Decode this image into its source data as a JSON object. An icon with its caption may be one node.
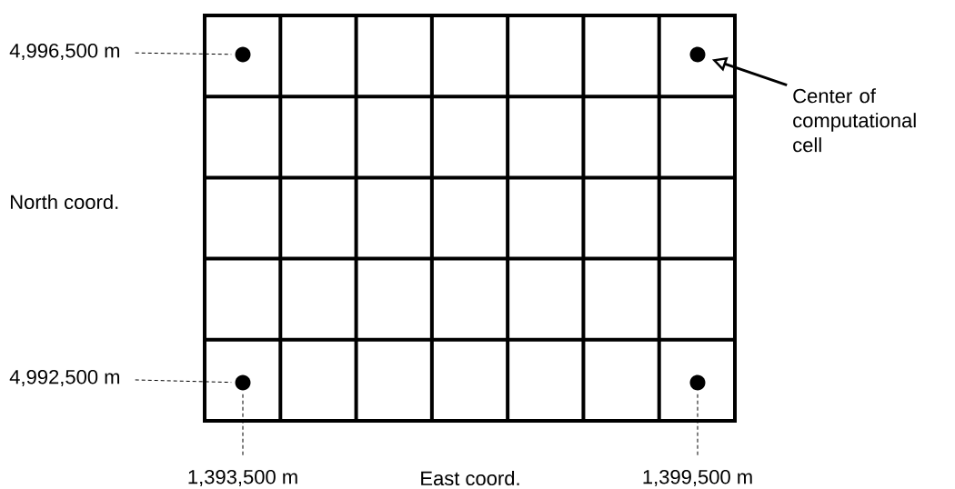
{
  "diagram": {
    "nodes": [
      {
        "text": [
          "4,996,500 m"
        ]
      },
      {
        "text": [],
        "shape": "circle"
      },
      {
        "text": [],
        "shape": "circle"
      },
      {
        "text": [
          "Center of computational cell"
        ]
      },
      {
        "text": [
          "4,992,500 m"
        ]
      },
      {
        "text": [],
        "shape": "circle"
      },
      {
        "text": [],
        "shape": "circle"
      },
      {
        "text": [
          "1,393,500 m"
        ]
      },
      {
        "text": [
          "1,399,500 m"
        ]
      }
    ],
    "edges": [
      {
        "from": 0,
        "to": 1,
        "arrow": "none",
        "style": "dashed"
      },
      {
        "from": 3,
        "to": 2,
        "arrow": "to",
        "style": "thick"
      },
      {
        "from": 4,
        "to": 5,
        "arrow": "none",
        "style": "dashed"
      },
      {
        "from": 7,
        "to": 5,
        "arrow": "none",
        "style": "dashed"
      },
      {
        "from": 8,
        "to": 6,
        "arrow": "none",
        "style": "dashed"
      }
    ],
    "labels": [
      "North coord.",
      "East coord."
    ]
  }
}
